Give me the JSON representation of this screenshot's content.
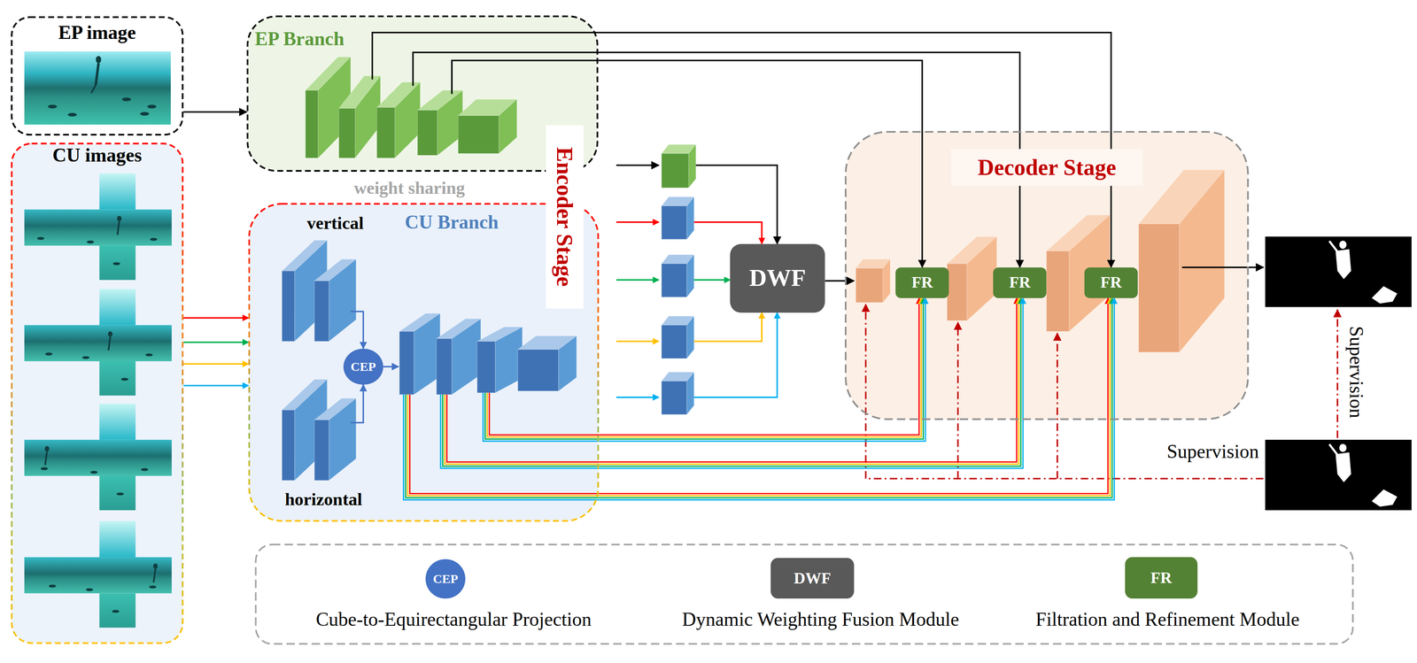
{
  "diagram": {
    "nodes": [
      {
        "text": [
          "EP image"
        ]
      },
      {
        "text": [
          "CU images"
        ]
      },
      {
        "text": [
          "EP Branch"
        ]
      },
      {
        "text": [
          "CU Branch"
        ]
      },
      {
        "text": [
          "CEP"
        ],
        "in": 3
      },
      {
        "text": [
          "DWF"
        ]
      },
      {
        "text": [
          "Decoder Stage"
        ]
      },
      {
        "text": [
          "FR"
        ],
        "in": 6
      },
      {
        "text": [
          "FR"
        ],
        "in": 6
      },
      {
        "text": [
          "FR"
        ],
        "in": 6
      }
    ],
    "edges": [
      {
        "from": 0,
        "to": 2,
        "arrow": "to"
      },
      {
        "from": 1,
        "to": 3,
        "arrow": "to"
      },
      {
        "from": 1,
        "to": 3,
        "arrow": "to"
      },
      {
        "from": 1,
        "to": 3,
        "arrow": "to"
      },
      {
        "from": 1,
        "to": 3,
        "arrow": "to"
      },
      {
        "from": 2,
        "to": 9,
        "arrow": "to"
      },
      {
        "from": 2,
        "to": 8,
        "arrow": "to"
      },
      {
        "from": 2,
        "to": 7,
        "arrow": "to"
      },
      {
        "from": 3,
        "to": 7,
        "arrow": "to"
      },
      {
        "from": 3,
        "to": 8,
        "arrow": "to"
      },
      {
        "from": 3,
        "to": 9,
        "arrow": "to"
      }
    ],
    "labels": [
      "weight sharing",
      "Encoder Stage",
      "vertical",
      "horizontal",
      "Supervision",
      "Supervision",
      "CEP",
      "DWF",
      "FR"
    ],
    "legend": [
      {
        "text": "Cube-to-Equirectangular Projection",
        "color": "#4472c4"
      },
      {
        "text": "Dynamic Weighting Fusion Module",
        "color": "#595959"
      },
      {
        "text": "Filtration and Refinement Module",
        "color": "#548235"
      }
    ]
  }
}
